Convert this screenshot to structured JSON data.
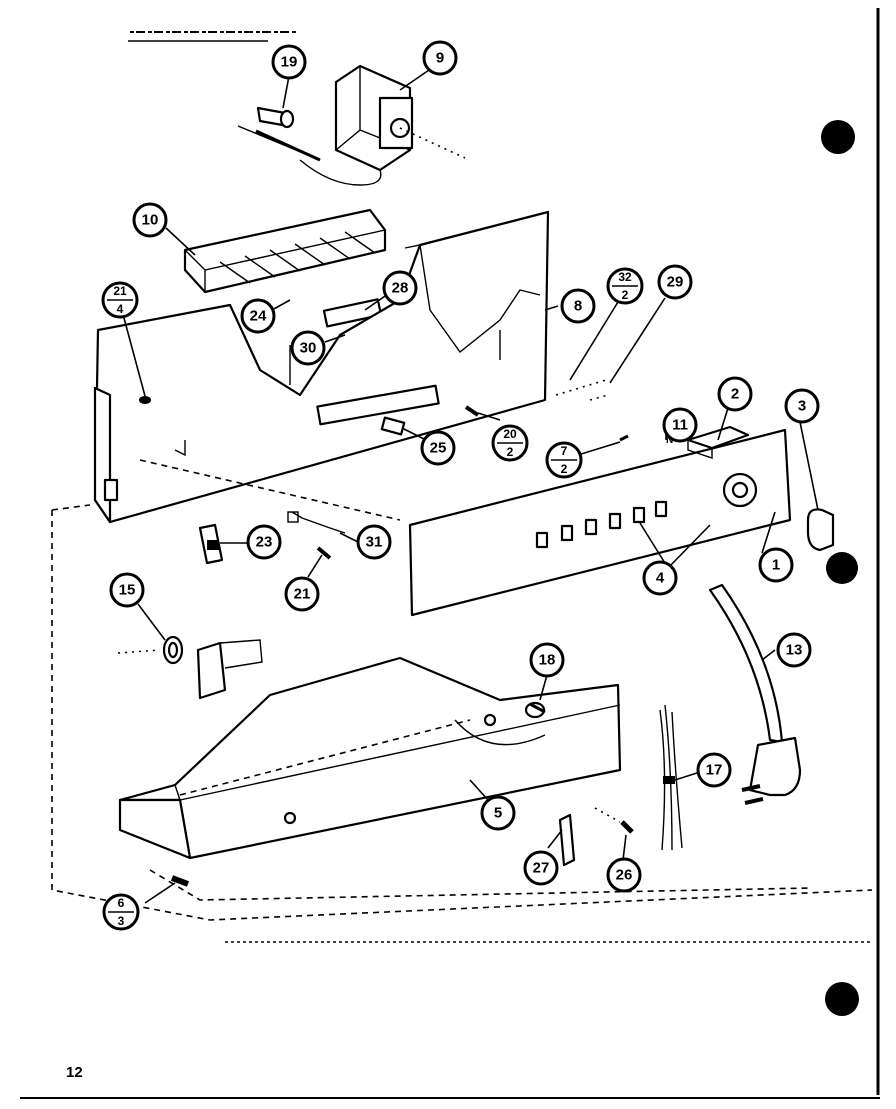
{
  "page_number": "12",
  "colors": {
    "ink": "#000000",
    "paper": "#ffffff"
  },
  "callouts": [
    {
      "id": "19",
      "label": "19"
    },
    {
      "id": "9",
      "label": "9"
    },
    {
      "id": "10",
      "label": "10"
    },
    {
      "id": "24",
      "label": "24"
    },
    {
      "id": "28",
      "label": "28"
    },
    {
      "id": "30",
      "label": "30"
    },
    {
      "id": "8",
      "label": "8"
    },
    {
      "id": "29",
      "label": "29"
    },
    {
      "id": "11",
      "label": "11"
    },
    {
      "id": "2",
      "label": "2"
    },
    {
      "id": "3",
      "label": "3"
    },
    {
      "id": "25",
      "label": "25"
    },
    {
      "id": "23",
      "label": "23"
    },
    {
      "id": "31",
      "label": "31"
    },
    {
      "id": "21",
      "label": "21"
    },
    {
      "id": "15",
      "label": "15"
    },
    {
      "id": "1",
      "label": "1"
    },
    {
      "id": "4",
      "label": "4"
    },
    {
      "id": "13",
      "label": "13"
    },
    {
      "id": "18",
      "label": "18"
    },
    {
      "id": "17",
      "label": "17"
    },
    {
      "id": "5",
      "label": "5"
    },
    {
      "id": "27",
      "label": "27"
    },
    {
      "id": "26",
      "label": "26"
    }
  ],
  "fraction_callouts": [
    {
      "id": "21-4",
      "top": "21",
      "bottom": "4"
    },
    {
      "id": "32-2",
      "top": "32",
      "bottom": "2"
    },
    {
      "id": "20-2",
      "top": "20",
      "bottom": "2"
    },
    {
      "id": "7-2",
      "top": "7",
      "bottom": "2"
    },
    {
      "id": "6-3",
      "top": "6",
      "bottom": "3"
    }
  ],
  "panel_marking": "N"
}
